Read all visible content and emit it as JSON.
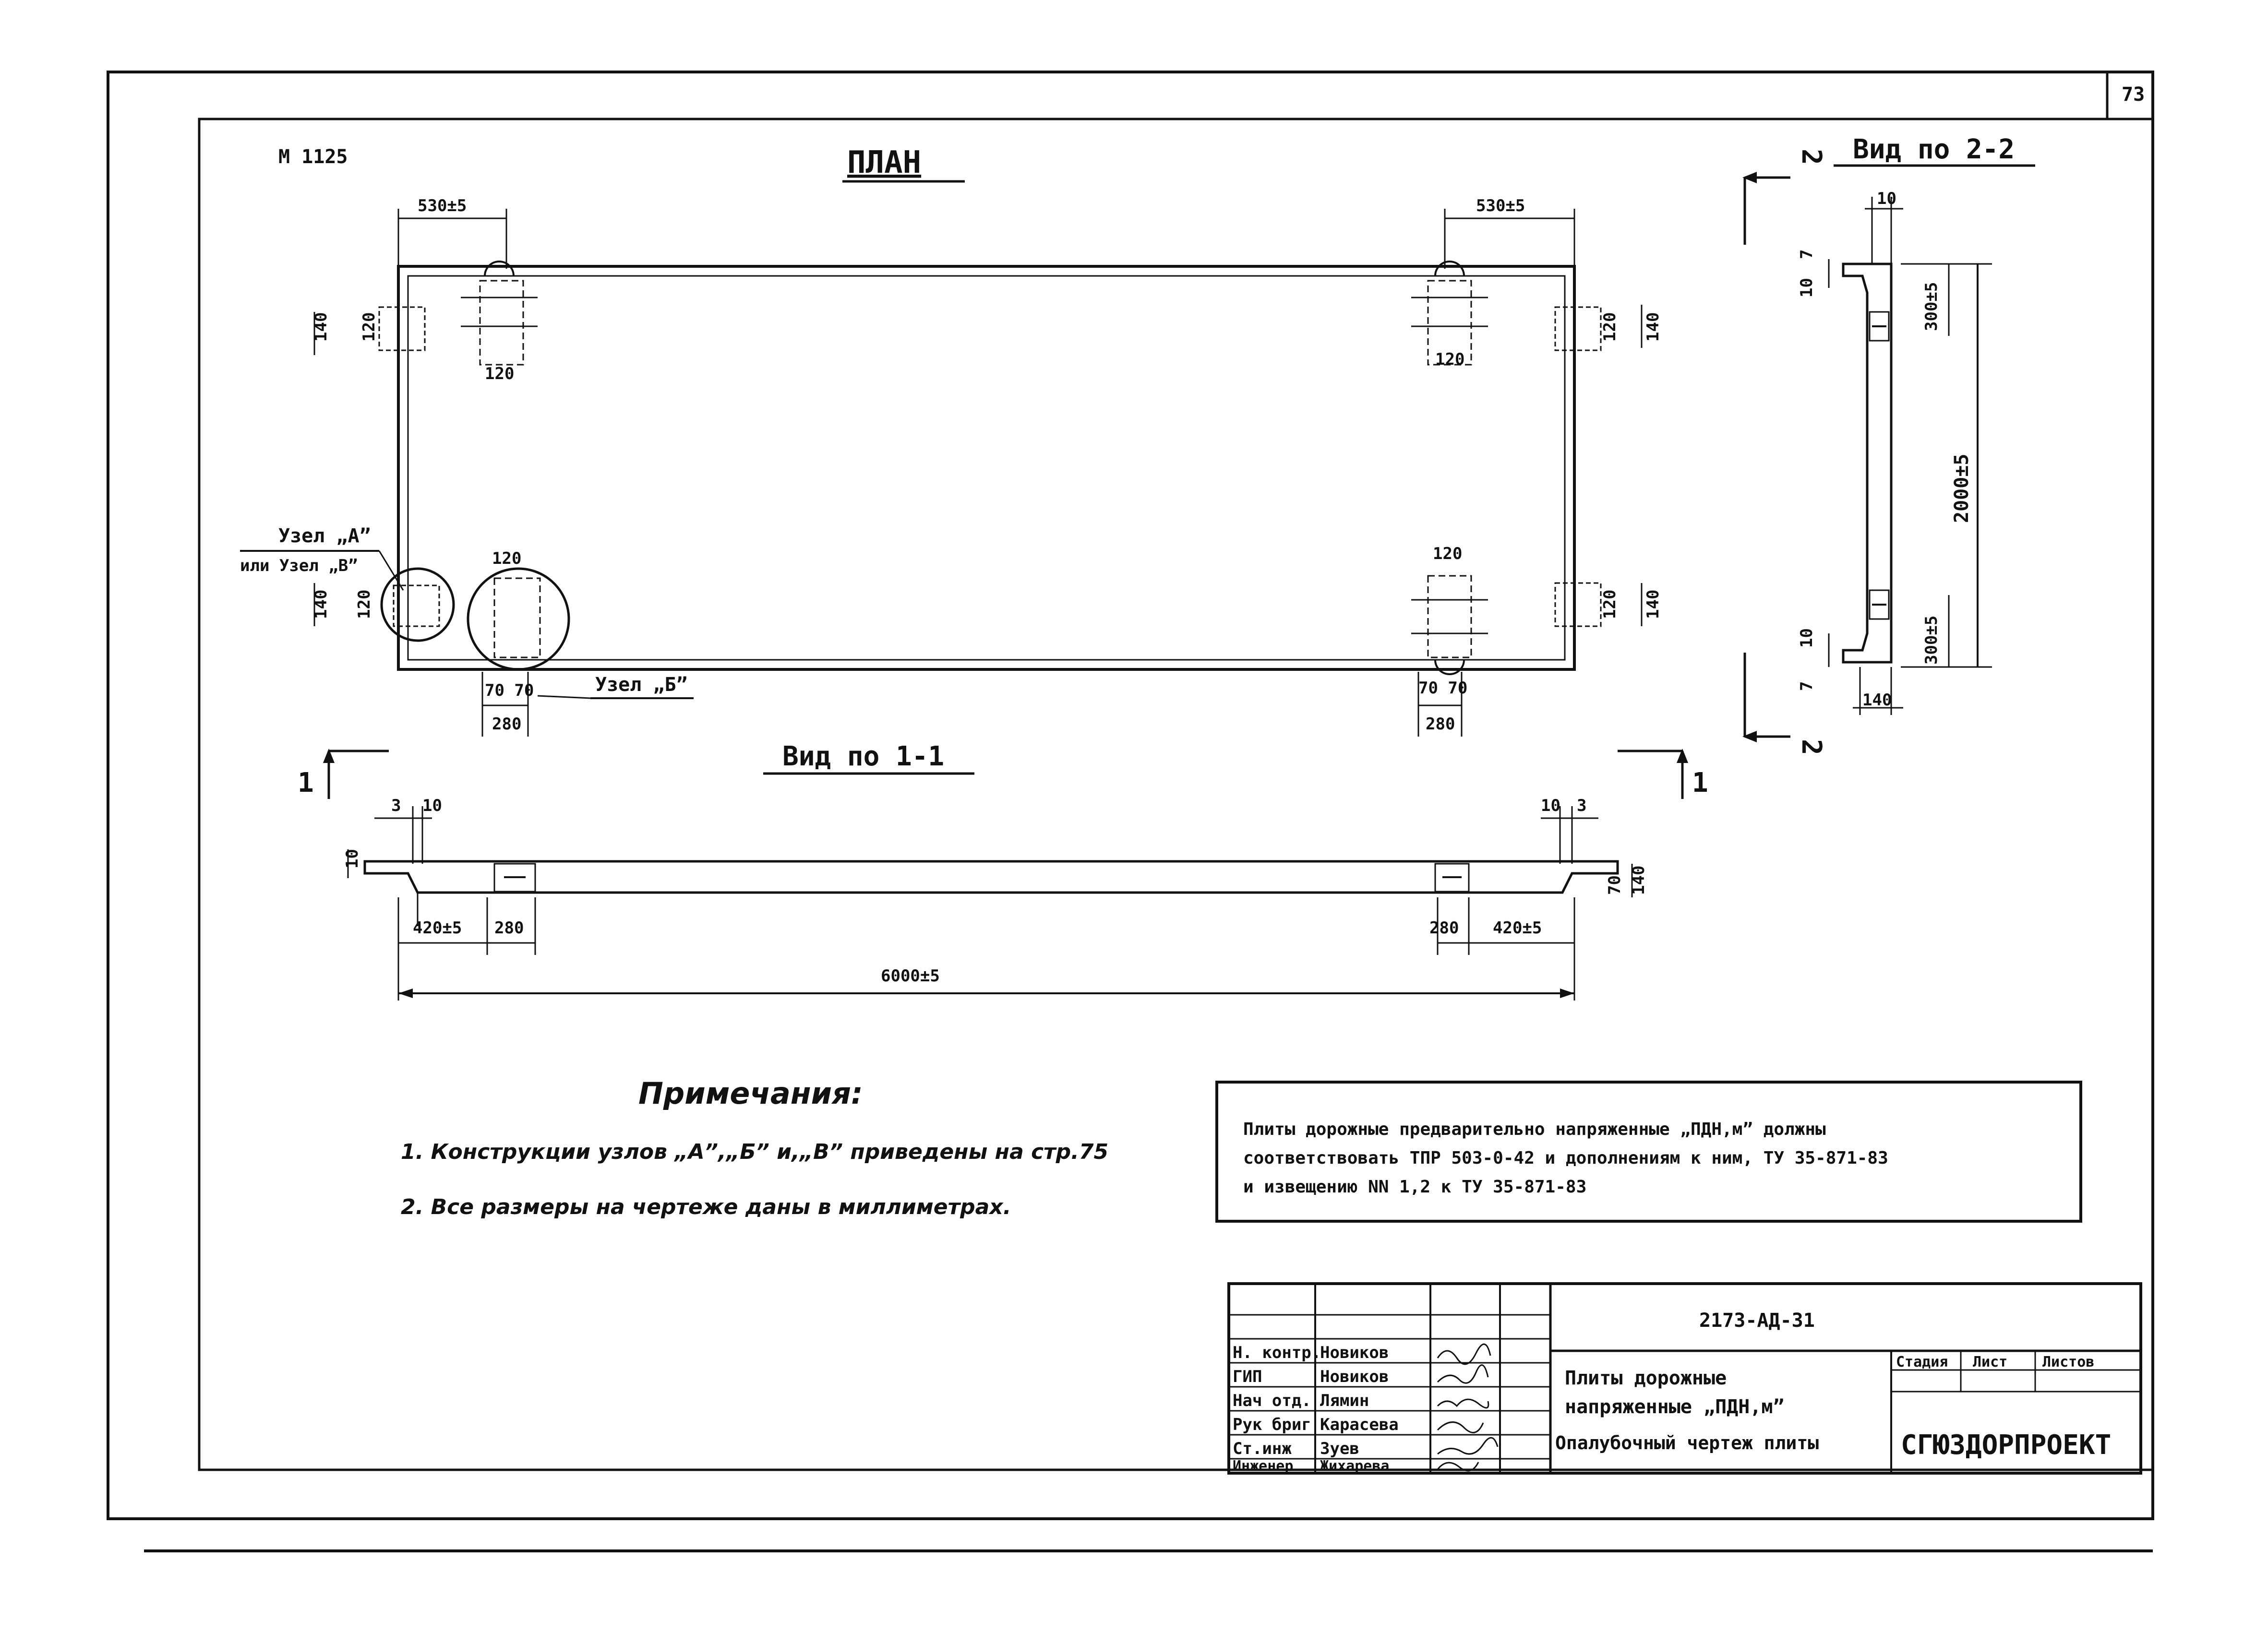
{
  "sheet": {
    "page_number": "73",
    "series": "М 1125"
  },
  "plan": {
    "title": "ПЛАН",
    "dim_left_top": "530±5",
    "dim_right_top": "530±5",
    "dim_140": "140",
    "dim_120": "120",
    "dim_280": "280",
    "dim_70": "70",
    "dim_bottom_pair": "70 70",
    "node_a_label": "Узел „А”",
    "node_v_label": "или Узел „В”",
    "node_b_label": "Узел „Б”"
  },
  "view_11": {
    "title": "Вид по 1-1",
    "section_mark": "1",
    "dim_3": "3",
    "dim_10": "10",
    "dim_140": "140",
    "dim_70": "70",
    "dim_edge": "420±5",
    "dim_280": "280",
    "dim_total": "6000±5"
  },
  "view_22": {
    "title": "Вид по 2-2",
    "section_mark": "2",
    "dim_10": "10",
    "dim_7": "7",
    "dim_300": "300±5",
    "dim_total": "2000±5",
    "dim_140": "140"
  },
  "notes": {
    "title": "Примечания:",
    "items": [
      "1. Конструкции узлов „А”,„Б” и,„В” приведены на стр.75",
      "2. Все размеры на чертеже даны в миллиметрах."
    ]
  },
  "spec_box": {
    "lines": [
      "Плиты дорожные предварительно напряженные „ПДН,м” должны",
      "соответствовать ТПР 503-0-42 и дополнениям к ним, ТУ 35-871-83",
      "и извещению NN 1,2 к ТУ 35-871-83"
    ]
  },
  "title_block": {
    "doc_code": "2173-АД-31",
    "roles": [
      "Н. контр.",
      "ГИП",
      "Нач отд.",
      "Рук бриг",
      "Ст.инж",
      "Инженер"
    ],
    "names": [
      "Новиков",
      "Новиков",
      "Лямин",
      "Карасева",
      "Зуев",
      "Жихарева"
    ],
    "title_lines": [
      "Плиты дорожные",
      "напряженные „ПДН,м”",
      "Опалубочный чертеж плиты"
    ],
    "col_stage": "Стадия",
    "col_sheet": "Лист",
    "col_sheets": "Листов",
    "organization": "СГЮЗДОРПРОЕКТ"
  }
}
